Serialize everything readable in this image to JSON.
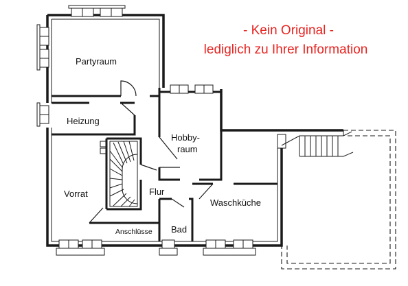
{
  "notice": {
    "line1": "- Kein Original -",
    "line2": "lediglich zu Ihrer Information",
    "color": "#e8231f"
  },
  "rooms": {
    "partyraum": "Partyraum",
    "heizung": "Heizung",
    "hobby_line1": "Hobby-",
    "hobby_line2": "raum",
    "vorrat": "Vorrat",
    "flur": "Flur",
    "waschkueche": "Waschküche",
    "anschluesse": "Anschlüsse",
    "bad": "Bad"
  }
}
